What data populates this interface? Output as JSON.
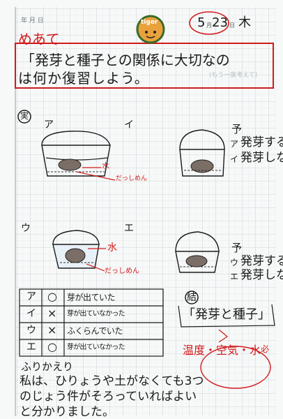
{
  "header": {
    "date_printed": "年 月 日",
    "date_month": "5",
    "date_day_sep": "月",
    "date_day": "23",
    "date_day_suffix": "日",
    "weekday": "木",
    "sticker_text": "tiger"
  },
  "goal": {
    "label": "めあて",
    "line1": "「発芽と種子との関係に大切なの",
    "line2": "は何か復習しよう。",
    "faint_note": "(もう一度考えて)"
  },
  "experiment": {
    "title_circle": "実",
    "cups": [
      {
        "mark": "ア"
      },
      {
        "mark": "イ"
      },
      {
        "mark": "ウ"
      },
      {
        "mark": "エ"
      }
    ],
    "labels": {
      "water": "水",
      "cotton": "だっしめん"
    }
  },
  "predictions": {
    "group1": {
      "mark": "予",
      "rows": [
        {
          "mark": "ア",
          "text": "発芽する"
        },
        {
          "mark": "イ",
          "text": "発芽しない"
        }
      ]
    },
    "group2": {
      "mark": "予",
      "rows": [
        {
          "mark": "ウ",
          "text": "発芽する"
        },
        {
          "mark": "エ",
          "text": "発芽しない"
        }
      ]
    }
  },
  "results_table": {
    "rows": [
      {
        "mark": "ア",
        "symbol": "○",
        "text": "芽が出ていた"
      },
      {
        "mark": "イ",
        "symbol": "×",
        "text": "芽が出ていなかった"
      },
      {
        "mark": "ウ",
        "symbol": "×",
        "text": "ふくらんでいた"
      },
      {
        "mark": "エ",
        "symbol": "○",
        "text": "芽が出ていなかった"
      }
    ]
  },
  "conclusion": {
    "mark": "結",
    "text": "「発芽と種子」",
    "answer": "温度・空気・水",
    "answer_circled": "必"
  },
  "reflection": {
    "title": "ふりかえり",
    "line1": "私は、ひりょうや土がなくても3つ",
    "line2": "のじょう件がそろっていればよい",
    "line3": "と分かりました。"
  },
  "colors": {
    "red": "#d11a1a",
    "grid": "#9fb0b8",
    "ink": "#1a1a1a"
  }
}
